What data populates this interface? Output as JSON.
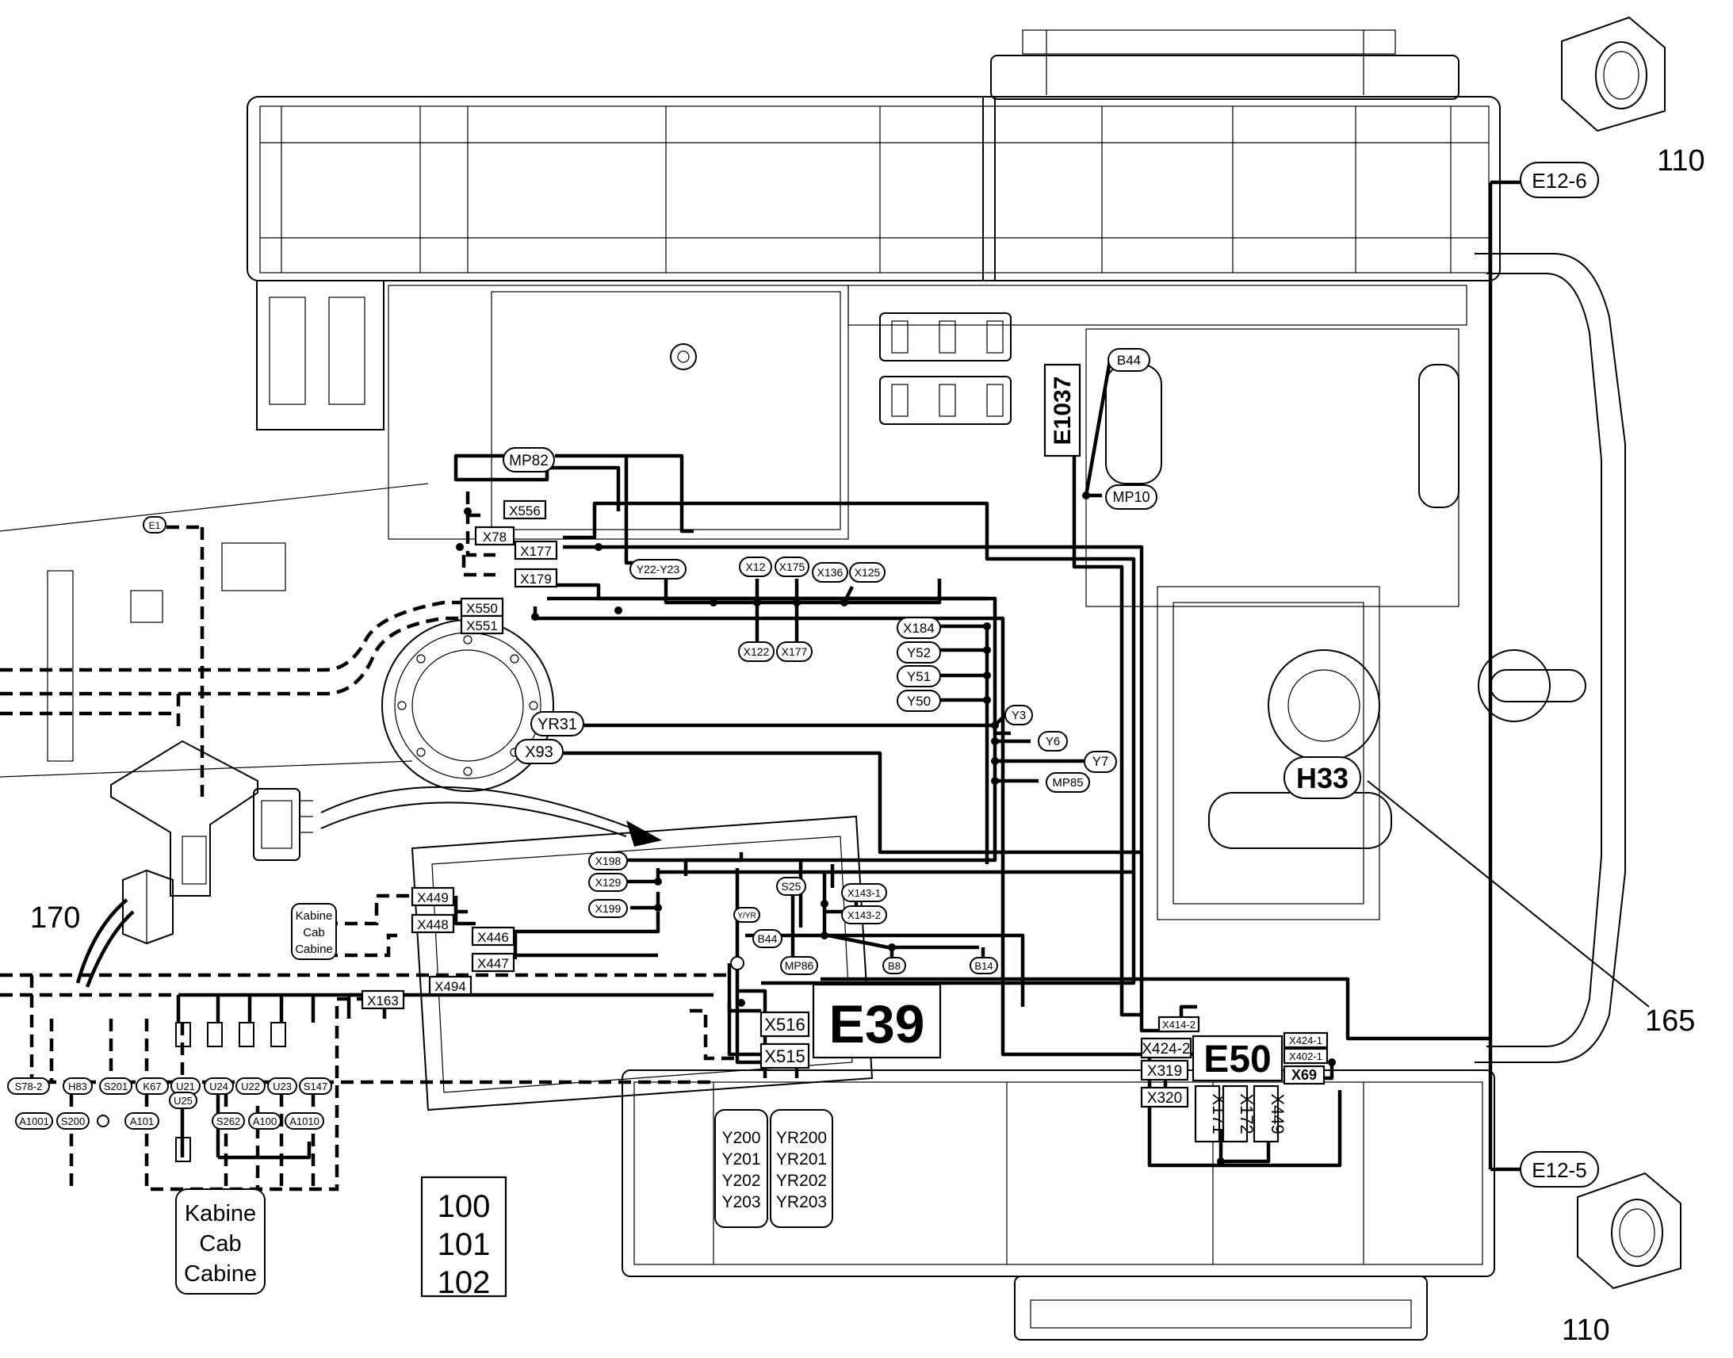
{
  "diagram": {
    "callouts": [
      "110",
      "110",
      "165",
      "170"
    ],
    "part_numbers": [
      "100",
      "101",
      "102"
    ],
    "cab_note_left": [
      "Kabine",
      "Cab",
      "Cabine"
    ],
    "cab_note_center": [
      "Kabine",
      "Cab",
      "Cabine"
    ],
    "valve_group_y": [
      "Y200",
      "Y201",
      "Y202",
      "Y203"
    ],
    "valve_group_yr": [
      "YR200",
      "YR201",
      "YR202",
      "YR203"
    ],
    "major_components": [
      "E39",
      "E50",
      "H33",
      "E1037"
    ],
    "lamps": [
      "E12-6",
      "E12-5"
    ],
    "connectors_boxed": [
      "X556",
      "X78",
      "X177",
      "X179",
      "X550",
      "X551",
      "X449",
      "X448",
      "X446",
      "X447",
      "X494",
      "X163",
      "X516",
      "X515",
      "X414-2",
      "X424-2",
      "X319",
      "X320",
      "X424-1",
      "X402-1",
      "X69",
      "X171",
      "X172",
      "X449"
    ],
    "connectors_round": [
      "MP82",
      "E1",
      "Y22-Y23",
      "X12",
      "X175",
      "X136",
      "X125",
      "X122",
      "X177",
      "X184",
      "Y52",
      "Y51",
      "Y50",
      "YR31",
      "X93",
      "Y3",
      "Y6",
      "Y7",
      "MP85",
      "B44",
      "MP10",
      "X198",
      "X129",
      "X199",
      "S25",
      "Y/YR",
      "X143-1",
      "X143-2",
      "B44",
      "MP86",
      "B8",
      "B14"
    ],
    "bottom_left_row1": [
      "S78-2",
      "H83",
      "S201",
      "K67",
      "U21",
      "U24",
      "U22",
      "U23",
      "S147"
    ],
    "bottom_left_row2": [
      "A1001",
      "S200",
      "A101",
      "U25",
      "S262",
      "A100",
      "A1010"
    ]
  }
}
